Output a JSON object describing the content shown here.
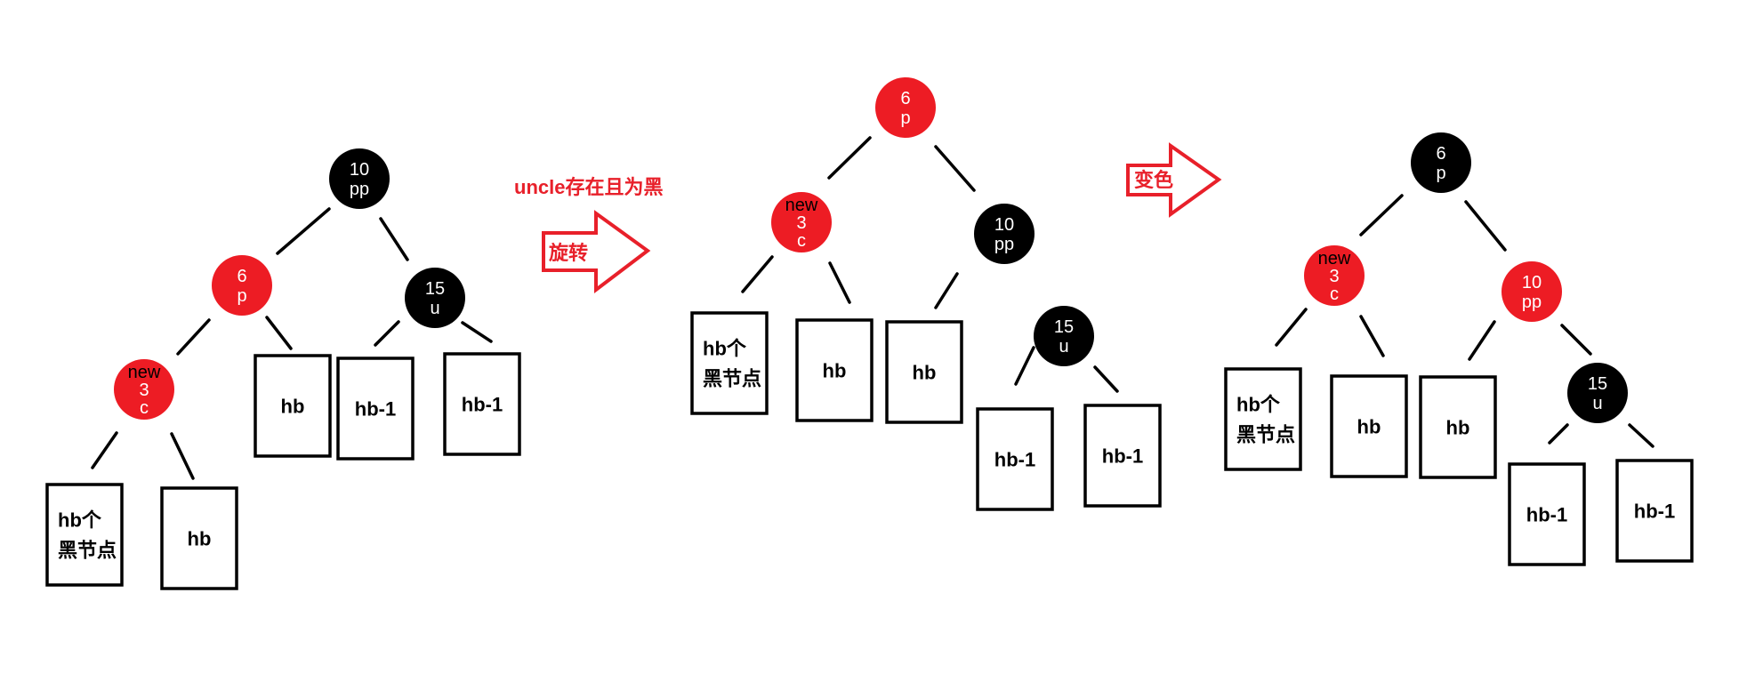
{
  "colors": {
    "red": "#ED1C24",
    "black": "#000000",
    "accent": "#E8202A"
  },
  "caption": "uncle存在且为黑",
  "arrows": [
    {
      "label": "旋转"
    },
    {
      "label": "变色"
    }
  ],
  "trees": [
    {
      "nodes": [
        {
          "color": "black",
          "lines": [
            "10",
            "pp"
          ]
        },
        {
          "color": "red",
          "lines": [
            "6",
            "p"
          ]
        },
        {
          "color": "black",
          "lines": [
            "15",
            "u"
          ]
        },
        {
          "color": "red",
          "lines": [
            "new",
            "3",
            "c"
          ]
        }
      ],
      "boxes": [
        {
          "lines": [
            "hb个",
            "黑节点"
          ]
        },
        {
          "lines": [
            "hb"
          ]
        },
        {
          "lines": [
            "hb"
          ]
        },
        {
          "lines": [
            "hb-1"
          ]
        },
        {
          "lines": [
            "hb-1"
          ]
        }
      ]
    },
    {
      "nodes": [
        {
          "color": "red",
          "lines": [
            "6",
            "p"
          ]
        },
        {
          "color": "red",
          "lines": [
            "new",
            "3",
            "c"
          ]
        },
        {
          "color": "black",
          "lines": [
            "10",
            "pp"
          ]
        },
        {
          "color": "black",
          "lines": [
            "15",
            "u"
          ]
        }
      ],
      "boxes": [
        {
          "lines": [
            "hb个",
            "黑节点"
          ]
        },
        {
          "lines": [
            "hb"
          ]
        },
        {
          "lines": [
            "hb"
          ]
        },
        {
          "lines": [
            "hb-1"
          ]
        },
        {
          "lines": [
            "hb-1"
          ]
        }
      ]
    },
    {
      "nodes": [
        {
          "color": "black",
          "lines": [
            "6",
            "p"
          ]
        },
        {
          "color": "red",
          "lines": [
            "new",
            "3",
            "c"
          ]
        },
        {
          "color": "red",
          "lines": [
            "10",
            "pp"
          ]
        },
        {
          "color": "black",
          "lines": [
            "15",
            "u"
          ]
        }
      ],
      "boxes": [
        {
          "lines": [
            "hb个",
            "黑节点"
          ]
        },
        {
          "lines": [
            "hb"
          ]
        },
        {
          "lines": [
            "hb"
          ]
        },
        {
          "lines": [
            "hb-1"
          ]
        },
        {
          "lines": [
            "hb-1"
          ]
        }
      ]
    }
  ]
}
